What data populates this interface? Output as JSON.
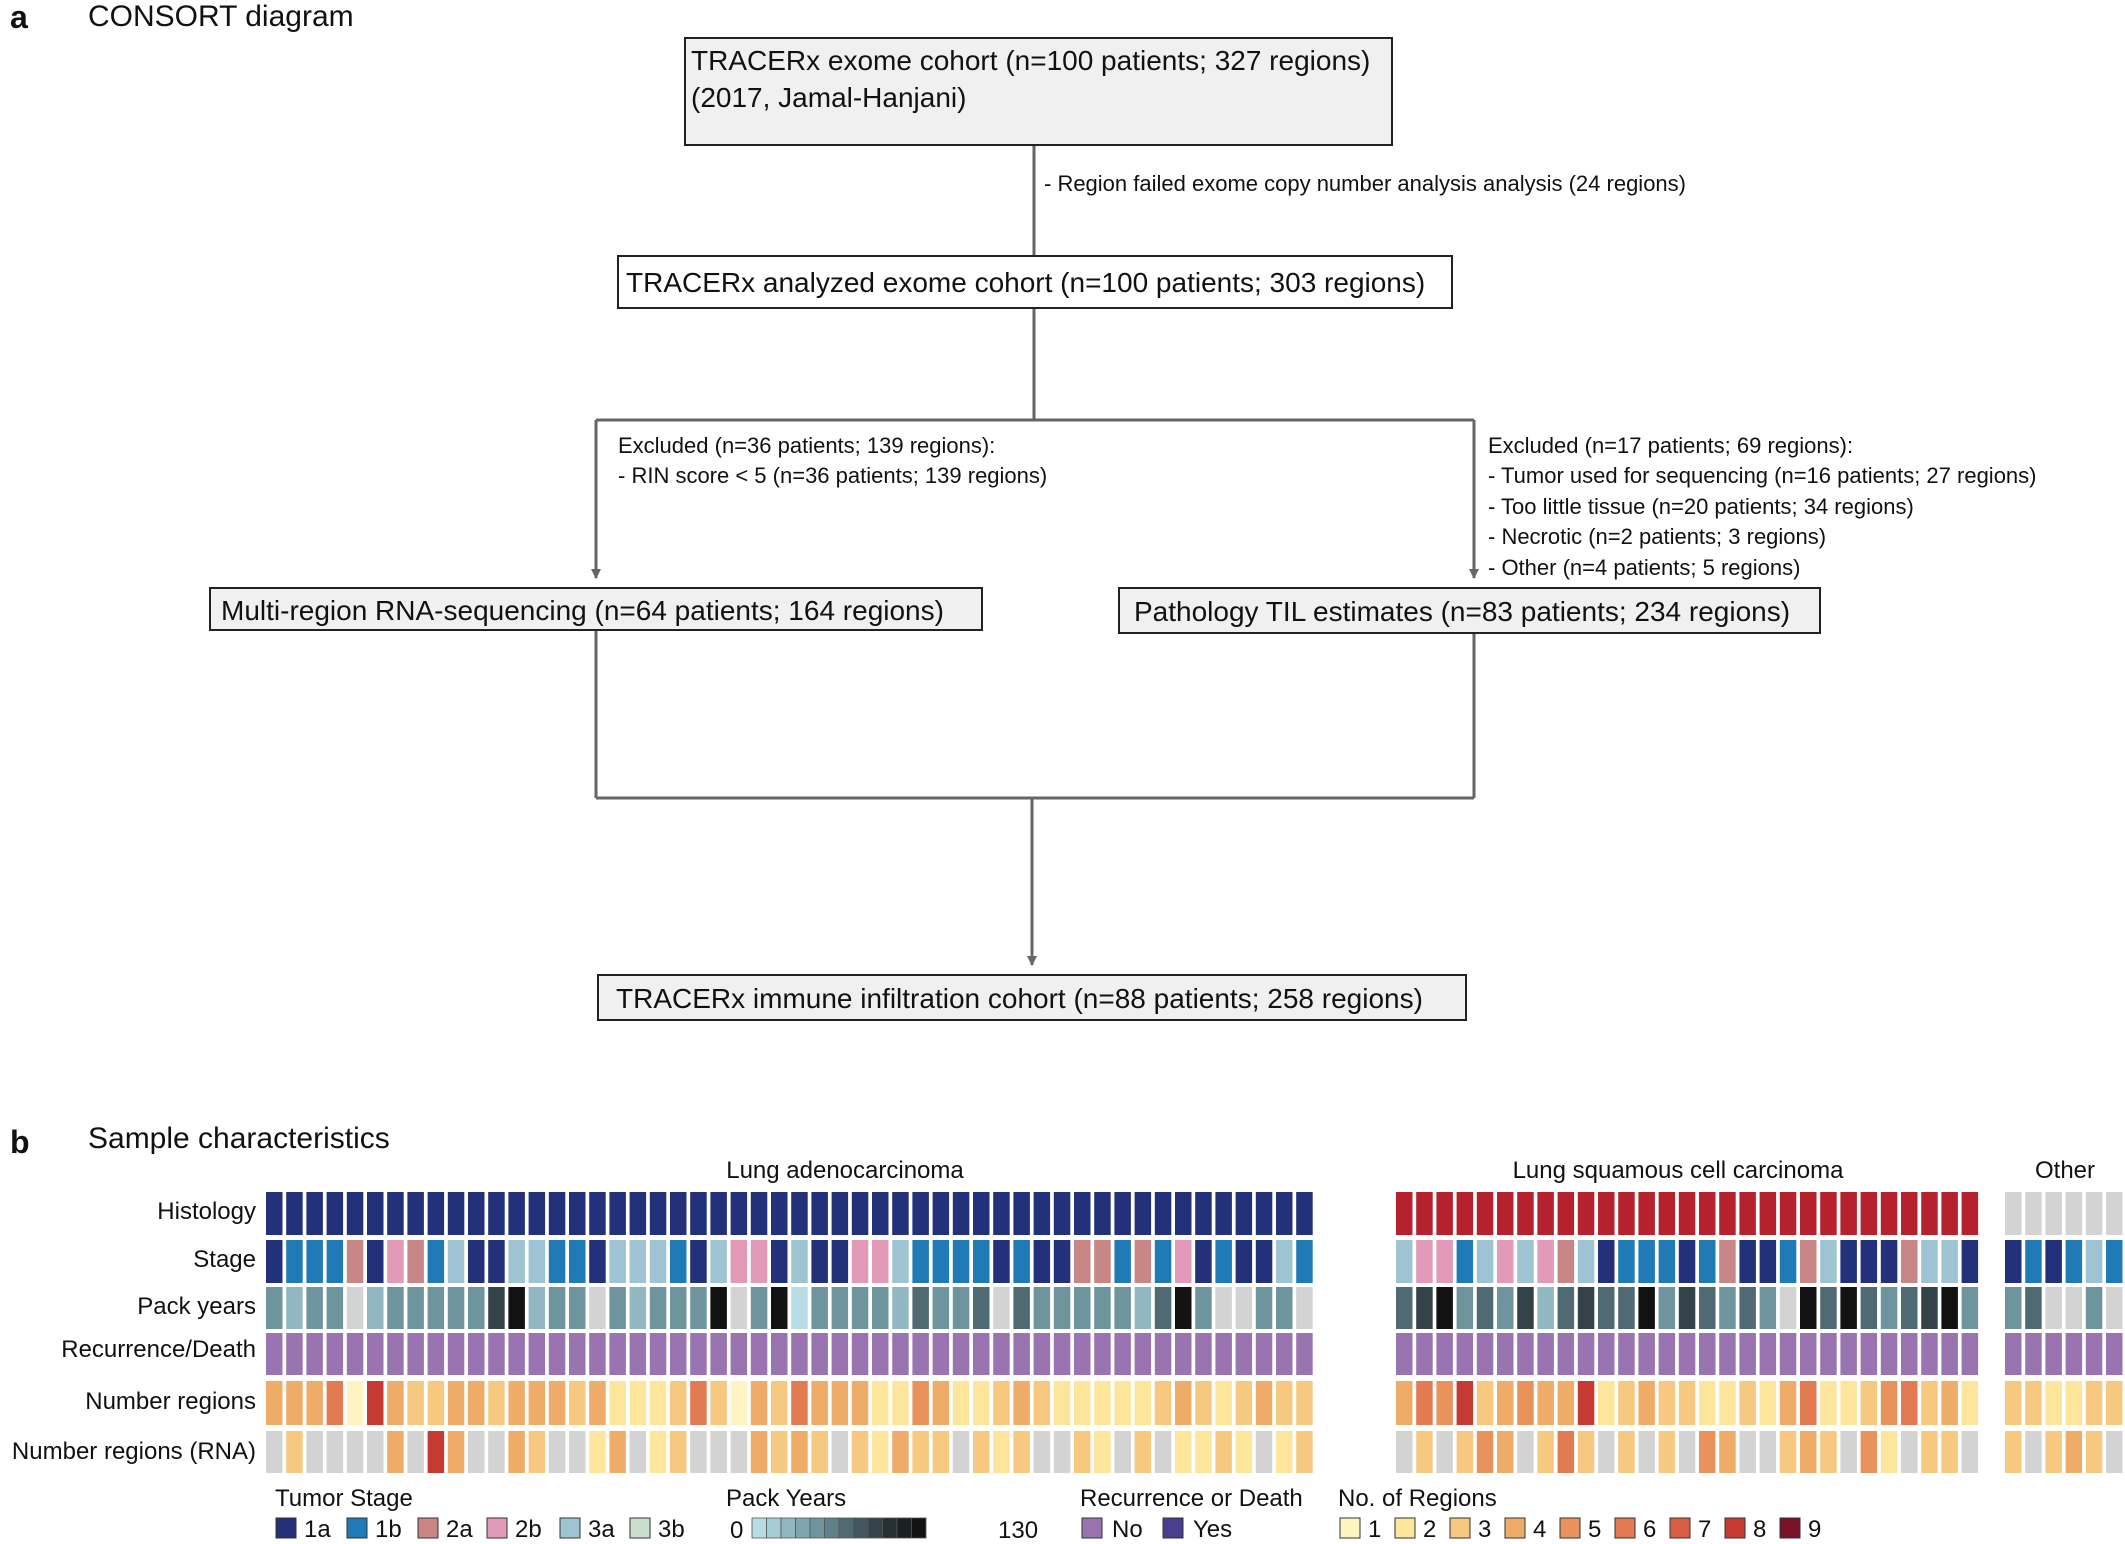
{
  "panel_a": {
    "letter": "a",
    "title": "CONSORT diagram",
    "boxes": {
      "top_line1": "TRACERx exome cohort (n=100 patients; 327 regions)",
      "top_line2": "(2017, Jamal-Hanjani)",
      "analyzed": "TRACERx analyzed exome cohort (n=100 patients; 303 regions)",
      "rna": "Multi-region RNA-sequencing (n=64 patients; 164 regions)",
      "path": "Pathology TIL estimates (n=83 patients; 234 regions)",
      "final": "TRACERx immune infiltration cohort (n=88 patients; 258 regions)"
    },
    "notes": {
      "failed": "- Region failed exome copy number analysis analysis (24 regions)",
      "excl_left": [
        "Excluded (n=36 patients; 139 regions):",
        "- RIN score < 5 (n=36 patients; 139 regions)"
      ],
      "excl_right": [
        "Excluded (n=17 patients; 69 regions):",
        "- Tumor used for sequencing (n=16 patients; 27 regions)",
        "- Too little tissue (n=20 patients; 34 regions)",
        "- Necrotic (n=2 patients; 3 regions)",
        "- Other (n=4 patients; 5 regions)"
      ]
    }
  },
  "panel_b": {
    "letter": "b",
    "title": "Sample characteristics",
    "groups": [
      {
        "name": "Lung adenocarcinoma",
        "n": 52
      },
      {
        "name": "Lung squamous cell carcinoma",
        "n": 29
      },
      {
        "name": "Other",
        "n": 7
      }
    ],
    "row_labels": [
      "Histology",
      "Stage",
      "Pack years",
      "Recurrence/Death",
      "Number regions",
      "Number regions (RNA)"
    ],
    "colors": {
      "histology": [
        "#23307a",
        "#b5222e",
        "#d3d3d3"
      ],
      "stage": {
        "1a": "#23307a",
        "1b": "#1f7ab6",
        "2a": "#c98686",
        "2b": "#e29ab8",
        "3a": "#9ec3d2",
        "3b": "#c8dfce"
      },
      "pack_years": [
        "#b9dde4",
        "#91b8c2",
        "#6e949e",
        "#4f6a72",
        "#344349",
        "#121212",
        "#d3d3d3"
      ],
      "recurrence": {
        "No": "#9a74b1",
        "Yes": "#4a3f8f"
      },
      "regions": [
        "#fff4c2",
        "#fde59c",
        "#f7c980",
        "#efac68",
        "#e9935c",
        "#e27b52",
        "#d85f44",
        "#c63a34",
        "#7a1225",
        "#d3d3d3"
      ]
    },
    "stage_codes": "01112032140044110444104330400334111101002212130100414331434324011101200124000244001014104",
    "pack_codes": "2122612222245122621222562502222132236322222135266226345232413433524323265353234522366265",
    "recurrence_codes": "0000000000000000000000000000000000000000000000000000000000000000000000000000000000000000",
    "regions_codes": "3335073223323332311125203253331143112321111123212322354723433712322112135112452312211227834",
    "regions_rna_codes": "A2AAAA3A73AA32AA13A12AAA3232A21322A212AA21A2A1121A12A2A243A252A2A2A43AA232A41A22A2A232A22A",
    "legend": {
      "tumor_stage": {
        "title": "Tumor Stage",
        "items": [
          "1a",
          "1b",
          "2a",
          "2b",
          "3a",
          "3b"
        ]
      },
      "pack_years": {
        "title": "Pack Years",
        "min": "0",
        "max": "130"
      },
      "recurrence": {
        "title": "Recurrence or Death",
        "items": [
          "No",
          "Yes"
        ]
      },
      "regions": {
        "title": "No. of Regions",
        "items": [
          "1",
          "2",
          "3",
          "4",
          "5",
          "6",
          "7",
          "8",
          "9"
        ]
      }
    }
  }
}
